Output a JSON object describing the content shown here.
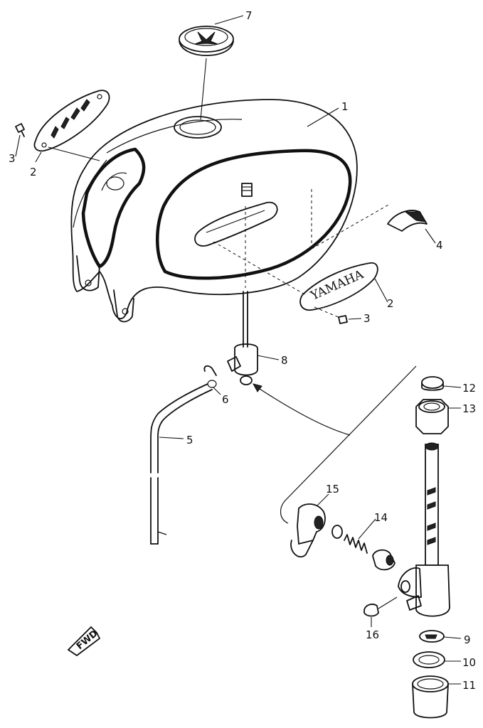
{
  "diagram": {
    "callouts": {
      "p1": "1",
      "p2_left": "2",
      "p2_right": "2",
      "p3_left": "3",
      "p3_right": "3",
      "p4": "4",
      "p5": "5",
      "p6": "6",
      "p7": "7",
      "p8": "8",
      "p9": "9",
      "p10": "10",
      "p11": "11",
      "p12": "12",
      "p13": "13",
      "p14": "14",
      "p15": "15",
      "p16": "16"
    },
    "emblem_text": "YAMAHA",
    "direction_text": "FWD"
  }
}
